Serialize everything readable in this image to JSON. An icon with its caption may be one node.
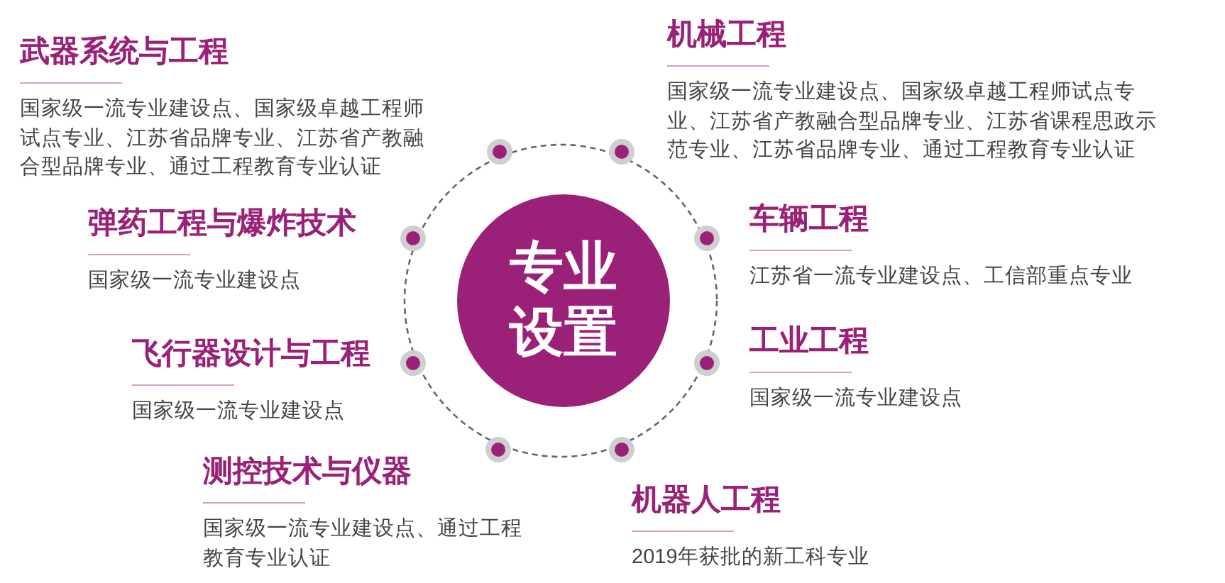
{
  "diagram": {
    "nodes": [
      {
        "text": [
          "专业设置"
        ]
      },
      {
        "text": [
          "武器系统与工程",
          "国家级一流专业建设点、国家级卓越工程师试点专业、江苏省品牌专业、江苏省产教融合型品牌专业、通过工程教育专业认证"
        ]
      },
      {
        "text": [
          "机械工程",
          "国家级一流专业建设点、国家级卓越工程师试点专业、江苏省产教融合型品牌专业、江苏省课程思政示范专业、江苏省品牌专业、通过工程教育专业认证"
        ]
      },
      {
        "text": [
          "弹药工程与爆炸技术",
          "国家级一流专业建设点"
        ]
      },
      {
        "text": [
          "车辆工程",
          "江苏省一流专业建设点、工信部重点专业"
        ]
      },
      {
        "text": [
          "飞行器设计与工程",
          "国家级一流专业建设点"
        ]
      },
      {
        "text": [
          "工业工程",
          "国家级一流专业建设点"
        ]
      },
      {
        "text": [
          "测控技术与仪器",
          "国家级一流专业建设点、通过工程教育专业认证"
        ]
      },
      {
        "text": [
          "机器人工程",
          "2019年获批的新工科专业"
        ]
      }
    ]
  }
}
